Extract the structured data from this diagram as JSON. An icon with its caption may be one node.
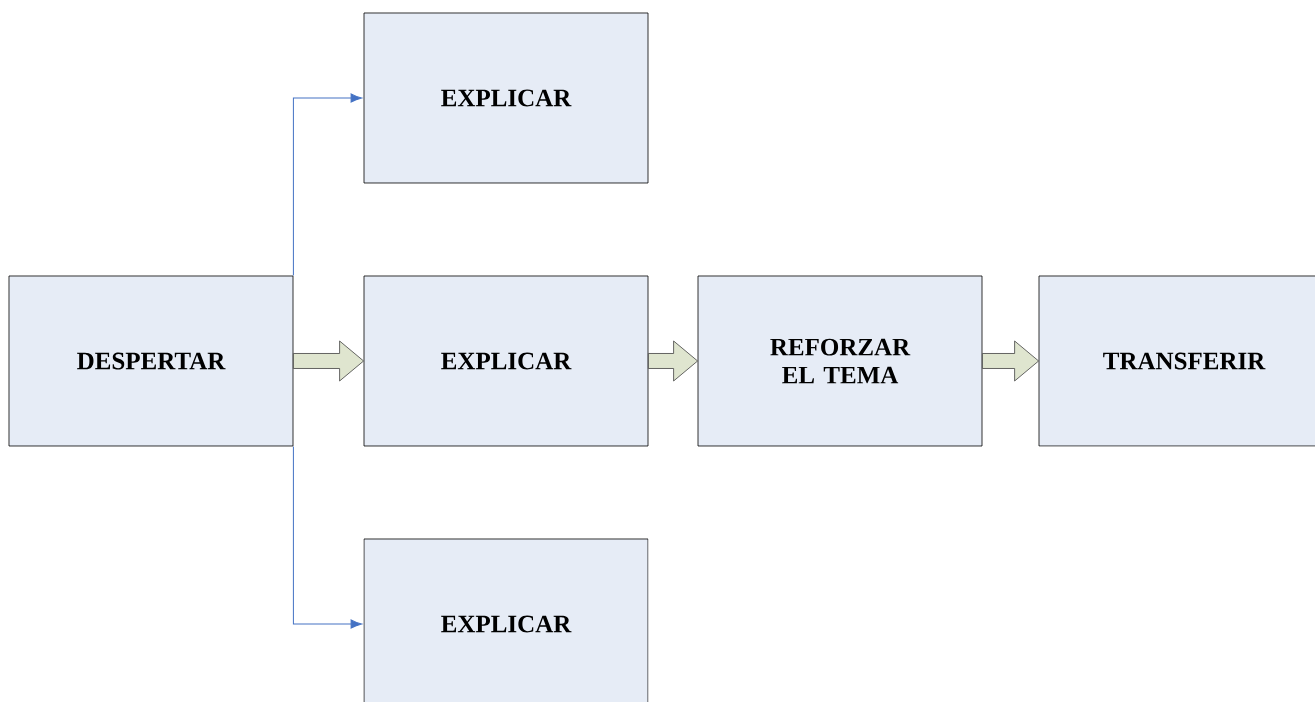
{
  "diagram": {
    "nodes": [
      {
        "text": [
          "DESPERTAR"
        ]
      },
      {
        "text": [
          "EXPLICAR"
        ]
      },
      {
        "text": [
          "EXPLICAR"
        ]
      },
      {
        "text": [
          "REFORZAR EL TEMA"
        ]
      },
      {
        "text": [
          "TRANSFERIR"
        ]
      },
      {
        "text": [
          "EXPLICAR"
        ]
      }
    ],
    "edges": [
      {
        "from": 0,
        "to": 1,
        "arrow": "to",
        "color": "#4472c4"
      },
      {
        "from": 0,
        "to": 2,
        "arrow": "to",
        "style": "thick"
      },
      {
        "from": 2,
        "to": 3,
        "arrow": "to",
        "style": "thick"
      },
      {
        "from": 3,
        "to": 4,
        "arrow": "to",
        "style": "thick"
      },
      {
        "from": 0,
        "to": 5,
        "arrow": "to",
        "color": "#4472c4"
      }
    ]
  }
}
